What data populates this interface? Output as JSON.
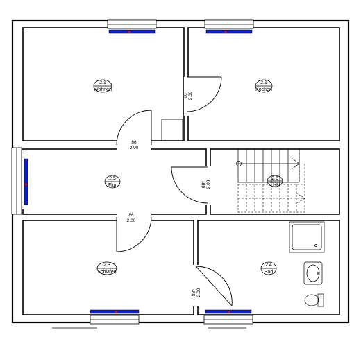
{
  "rooms": [
    {
      "id": "2.1",
      "name": "Wohnen"
    },
    {
      "id": "2.1",
      "name": "Kochen"
    },
    {
      "id": "2.5",
      "name": "Flur"
    },
    {
      "id": "2.6",
      "name": "TRH"
    },
    {
      "id": "2.3",
      "name": "Schlafen"
    },
    {
      "id": "2.4",
      "name": "Bad"
    }
  ],
  "doors": [
    {
      "width": "86",
      "height": "2.00"
    },
    {
      "width": "86",
      "height": "2.00"
    },
    {
      "width": "88⁵",
      "height": "2.00"
    },
    {
      "width": "86",
      "height": "2.00"
    },
    {
      "width": "88⁵",
      "height": "2.00"
    }
  ]
}
